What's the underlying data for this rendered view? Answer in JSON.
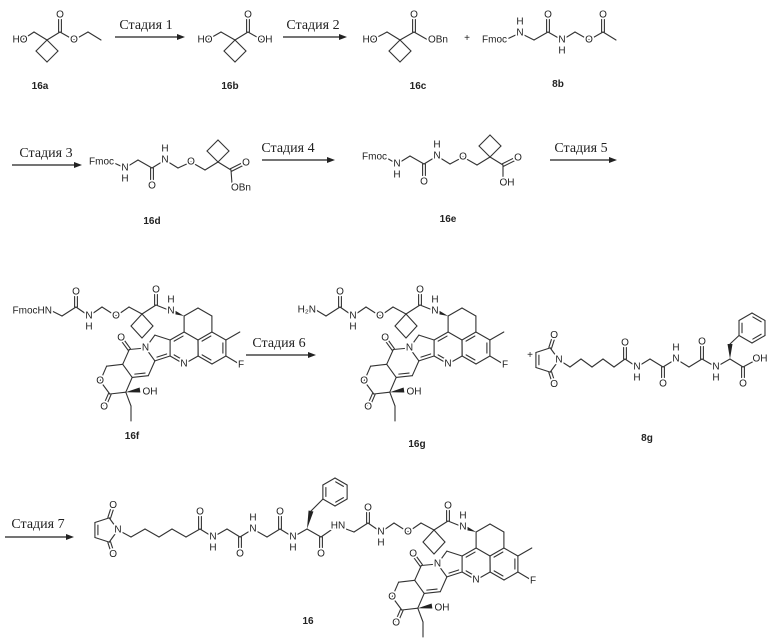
{
  "steps": {
    "s1": "Стадия 1",
    "s2": "Стадия 2",
    "s3": "Стадия 3",
    "s4": "Стадия 4",
    "s5": "Стадия 5",
    "s6": "Стадия 6",
    "s7": "Стадия 7"
  },
  "compounds": {
    "c16a": "16a",
    "c16b": "16b",
    "c16c": "16c",
    "c8b": "8b",
    "c16d": "16d",
    "c16e": "16e",
    "c16f": "16f",
    "c16g": "16g",
    "c8g": "8g",
    "c16": "16"
  },
  "plus": "+",
  "atoms": {
    "O": "O",
    "N": "N",
    "H": "H",
    "F": "F",
    "OH": "OH",
    "HO": "HO",
    "OBn": "OBn",
    "Fmoc": "Fmoc",
    "FmocHN": "FmocHN",
    "H2N": "H₂N",
    "HN": "HN"
  },
  "colors": {
    "bond": "#333333",
    "text": "#222222"
  }
}
